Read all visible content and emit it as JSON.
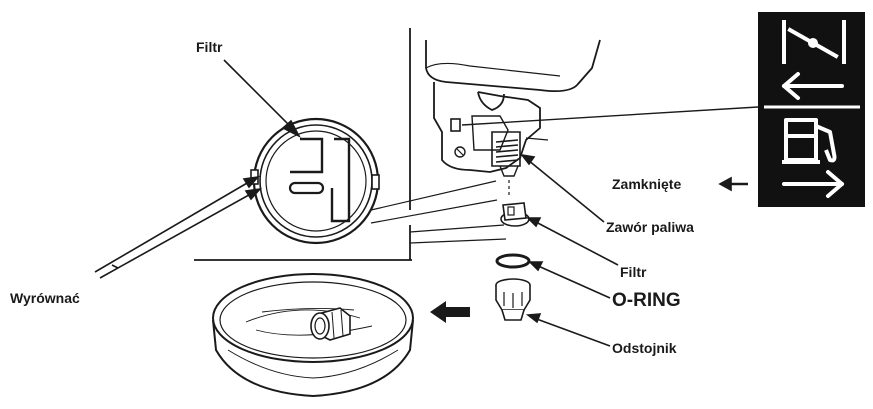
{
  "labels": {
    "filter_top": "Filtr",
    "align": "Wyrównać",
    "closed": "Zamknięte",
    "fuel_valve": "Zawór paliwa",
    "filter_right": "Filtr",
    "o_ring": "O-RING",
    "sediment_cup": "Odstojnik"
  },
  "icons": {
    "valve_panel": [
      "valve-off-icon",
      "arrow-left-icon",
      "fuel-pump-icon",
      "arrow-right-icon"
    ],
    "removal_direction": "arrow-left-icon"
  },
  "colors": {
    "line": "#1a1a1a",
    "panel": "#111111",
    "panel_symbol": "#ffffff"
  }
}
